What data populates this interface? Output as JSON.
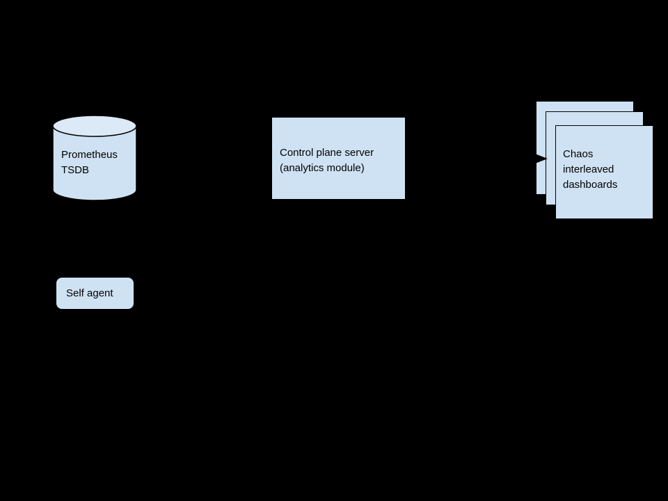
{
  "diagram": {
    "background_color": "#000000",
    "node_fill_color": "#cfe2f3",
    "node_border_color": "#000000",
    "text_color": "#000000",
    "nodes": {
      "prometheus_tsdb": {
        "shape": "cylinder",
        "label": "Prometheus\nTSDB"
      },
      "control_plane": {
        "shape": "rectangle",
        "label": "Control plane server\n(analytics module)"
      },
      "chaos_dashboards": {
        "shape": "stacked-cards",
        "label": "Chaos\ninterleaved\ndashboards"
      },
      "self_agent": {
        "shape": "rounded-rectangle",
        "label": "Self agent"
      }
    },
    "connectors": {
      "control_to_dashboards": {
        "style": "arrow-right",
        "description": "arrowhead entering dashboards stack"
      }
    }
  }
}
